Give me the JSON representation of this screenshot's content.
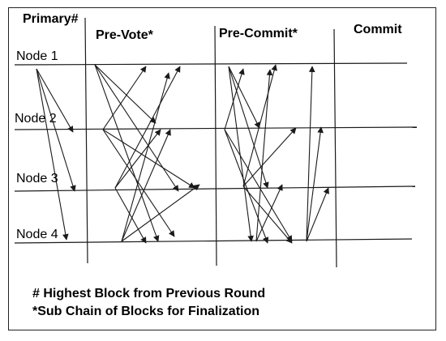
{
  "headers": {
    "primary": "Primary#",
    "prevote": "Pre-Vote*",
    "precommit": "Pre-Commit*",
    "commit": "Commit"
  },
  "nodes": [
    "Node 1",
    "Node 2",
    "Node 3",
    "Node 4"
  ],
  "footnotes": {
    "line1": "# Highest Block from Previous Round",
    "line2": "*Sub Chain of Blocks for Finalization"
  },
  "colors": {
    "line": "#1a1a1a",
    "text": "#000000",
    "background": "#ffffff"
  }
}
